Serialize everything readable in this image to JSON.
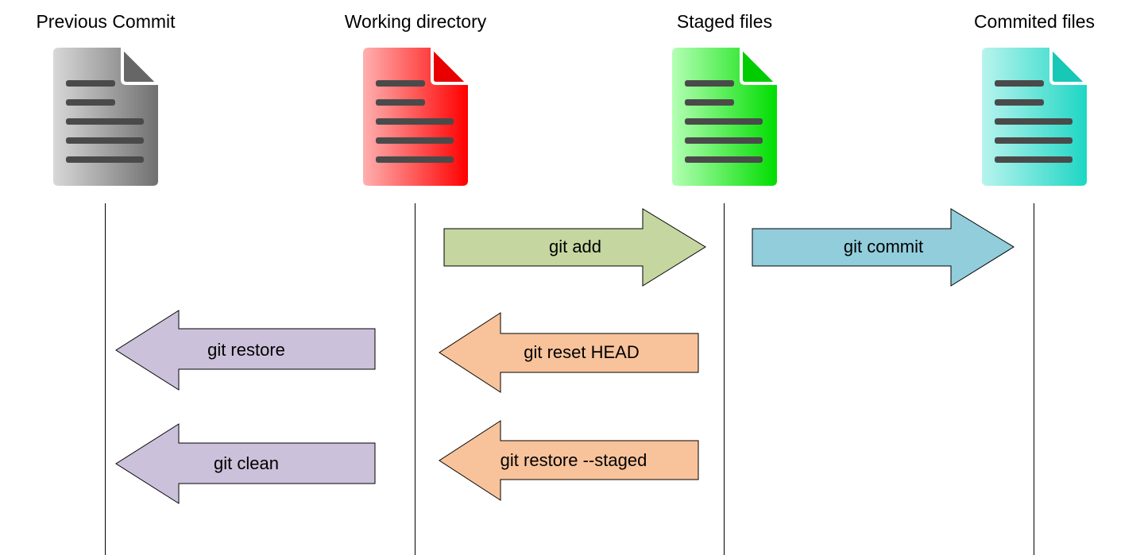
{
  "columns": [
    {
      "title": "Previous Commit",
      "doc_icon": "document-icon",
      "color": "#888888"
    },
    {
      "title": "Working directory",
      "doc_icon": "document-icon",
      "color": "#ff0000"
    },
    {
      "title": "Staged files",
      "doc_icon": "document-icon",
      "color": "#00e000"
    },
    {
      "title": "Commited files",
      "doc_icon": "document-icon",
      "color": "#1ed6c4"
    }
  ],
  "arrows": {
    "git_add": {
      "label": "git add",
      "color": "#c5d6a0",
      "direction": "right"
    },
    "git_commit": {
      "label": "git commit",
      "color": "#92cddc",
      "direction": "right"
    },
    "git_restore": {
      "label": "git restore",
      "color": "#ccc1da",
      "direction": "left"
    },
    "git_clean": {
      "label": "git clean",
      "color": "#ccc1da",
      "direction": "left"
    },
    "git_reset_head": {
      "label": "git reset HEAD",
      "color": "#f8c39a",
      "direction": "left"
    },
    "git_restore_staged": {
      "label": "git restore --staged",
      "color": "#f8c39a",
      "direction": "left"
    }
  }
}
